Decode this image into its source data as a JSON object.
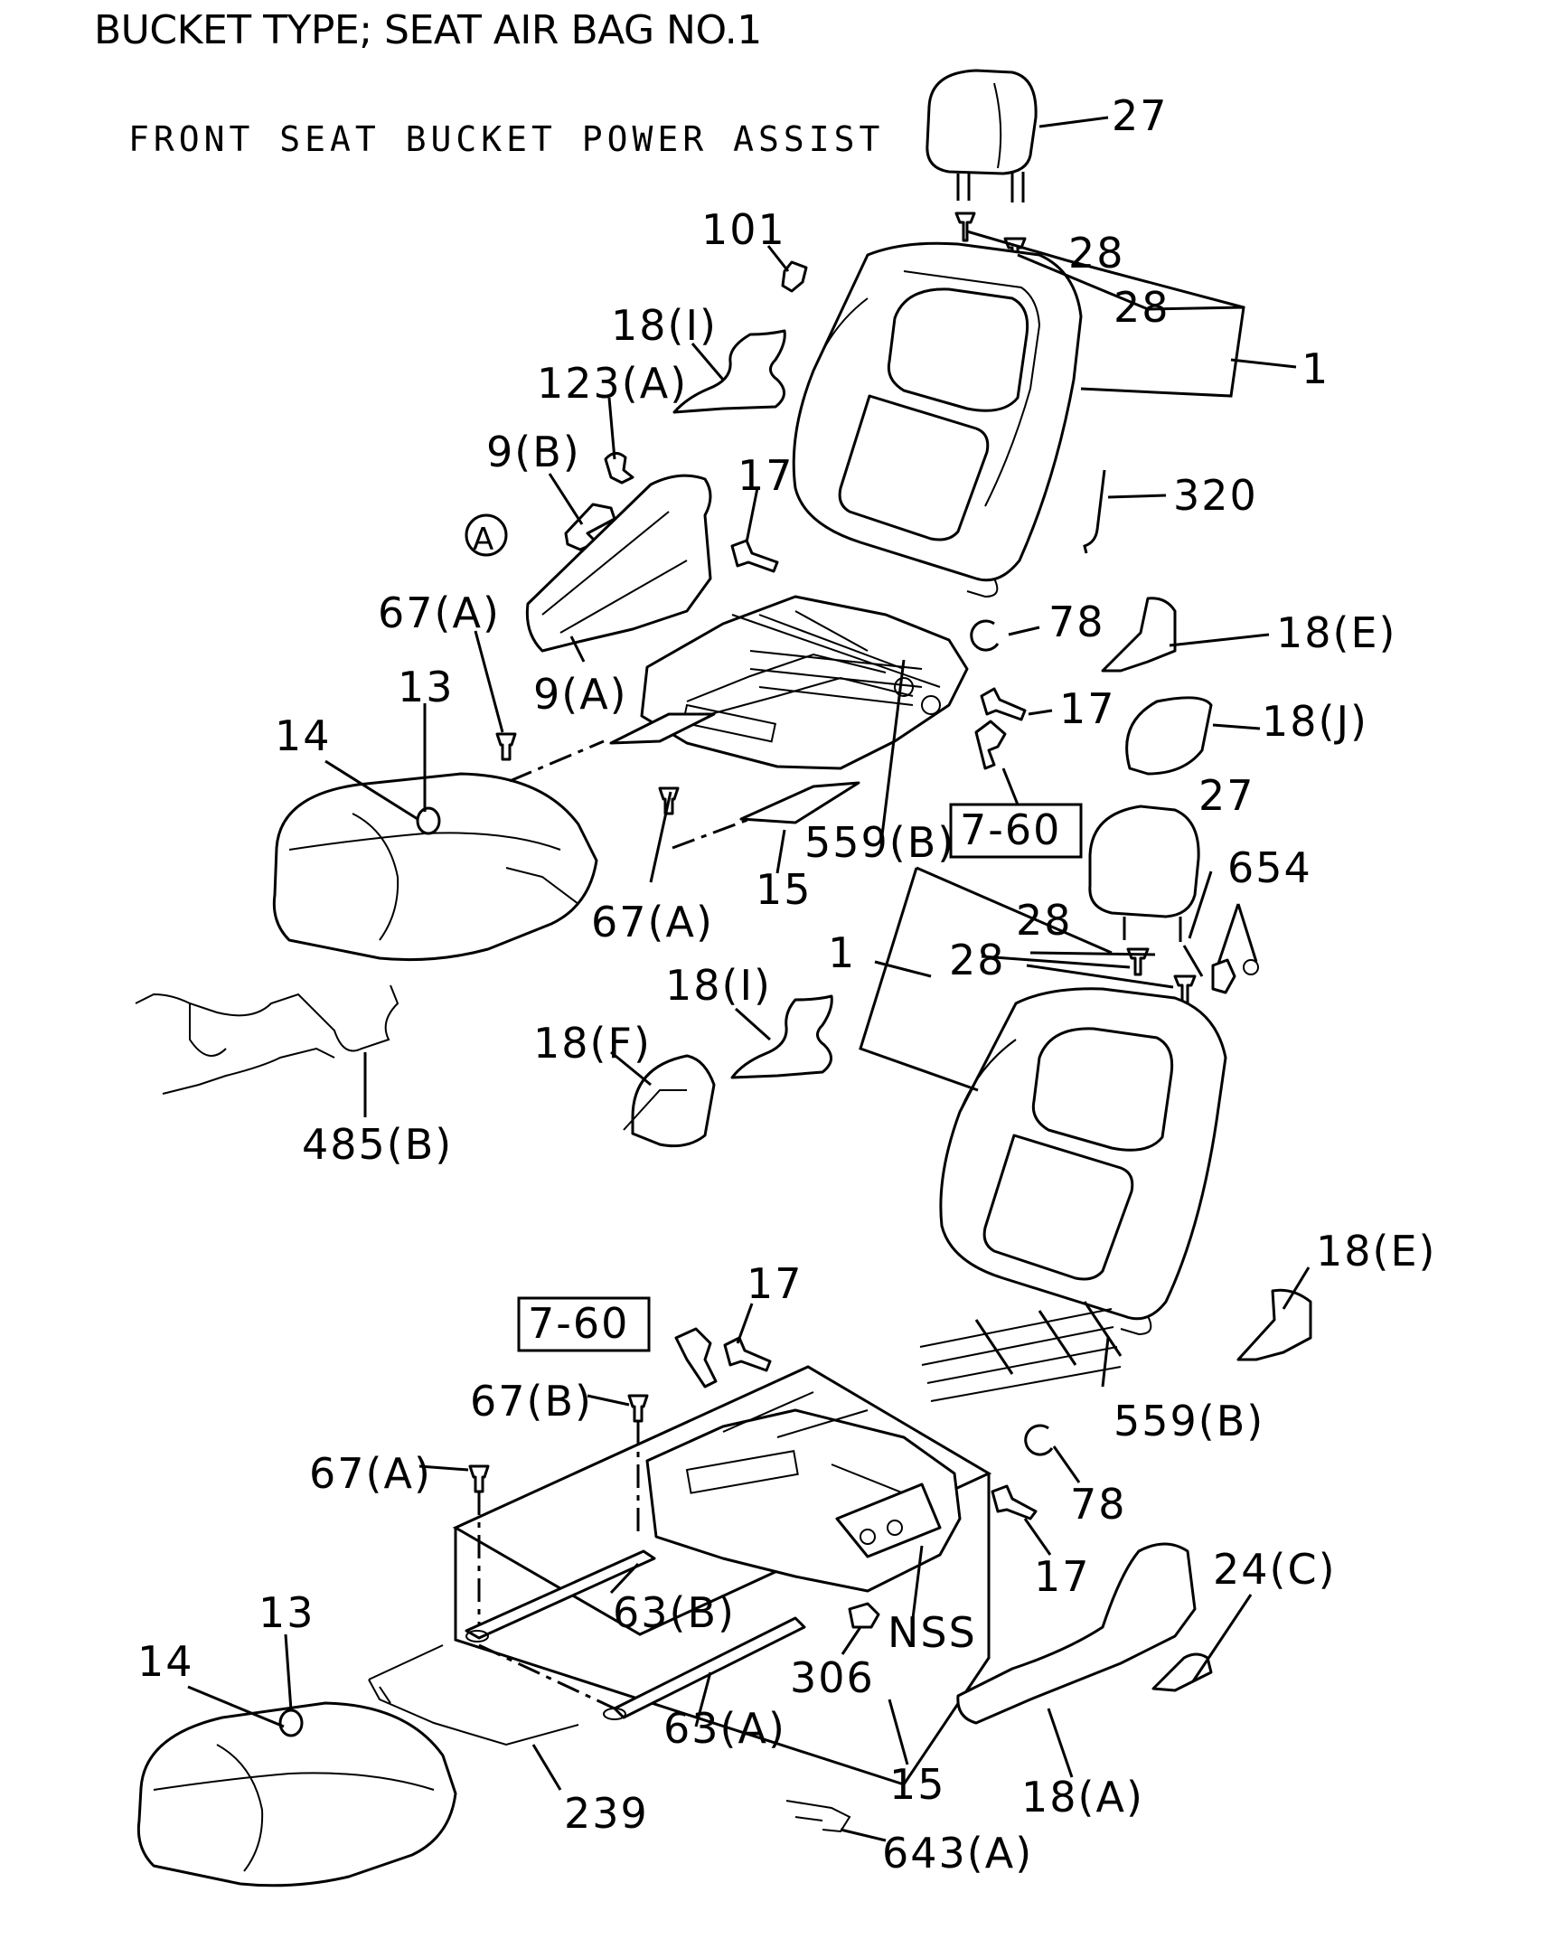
{
  "diagram": {
    "title": "BUCKET TYPE; SEAT AIR BAG NO.1",
    "subtitle": "FRONT SEAT BUCKET POWER ASSIST",
    "labels": {
      "l27a": "27",
      "l28a": "28",
      "l28b": "28",
      "l1a": "1",
      "l101": "101",
      "l18ia": "18(I)",
      "l123a": "123(A)",
      "l9b": "9(B)",
      "l17a": "17",
      "l320": "320",
      "lcircA": "A",
      "l67aa": "67(A)",
      "l9a": "9(A)",
      "l78a": "78",
      "l18ea": "18(E)",
      "l13a": "13",
      "l14a": "14",
      "l17b": "17",
      "l18j": "18(J)",
      "l760a": "7-60",
      "l27b": "27",
      "l559ba": "559(B)",
      "l15a": "15",
      "l67ab": "67(A)",
      "l654": "654",
      "l28c": "28",
      "l28d": "28",
      "l1b": "1",
      "l18ib": "18(I)",
      "l18f": "18(F)",
      "l485b": "485(B)",
      "l18eb": "18(E)",
      "l17c": "17",
      "l760b": "7-60",
      "l559bb": "559(B)",
      "l67b": "67(B)",
      "l67ac": "67(A)",
      "l78b": "78",
      "l17d": "17",
      "l13b": "13",
      "l63b": "63(B)",
      "l24c": "24(C)",
      "l14b": "14",
      "lnss": "NSS",
      "l306": "306",
      "l63a": "63(A)",
      "l15b": "15",
      "l18a": "18(A)",
      "l239": "239",
      "l643a": "643(A)"
    }
  }
}
